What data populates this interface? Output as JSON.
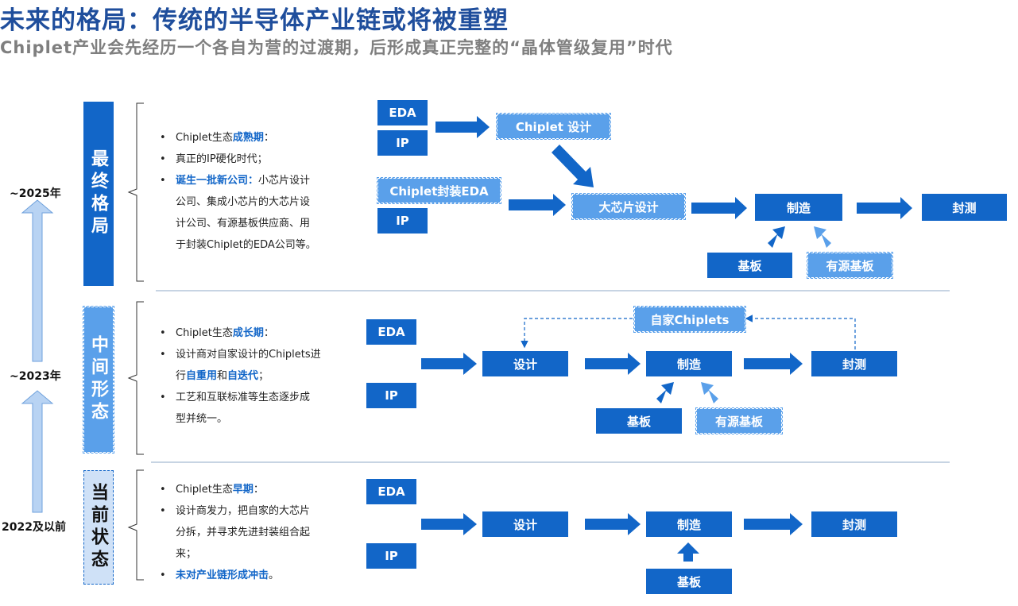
{
  "header": {
    "title": "未来的格局：传统的半导体产业链或将被重塑",
    "subtitle": "Chiplet产业会先经历一个各自为营的过渡期，后形成真正完整的“晶体管级复用”时代"
  },
  "timeline": {
    "years": [
      "~2025年",
      "~2023年",
      "2022及以前"
    ]
  },
  "stages": {
    "final": {
      "label": "最终格局",
      "bullets": {
        "b1_pre": "Chiplet生态",
        "b1_hl": "成熟期",
        "b1_post": "：",
        "b2": "真正的IP硬化时代；",
        "b3_hl": "诞生一批新公司：",
        "b3_l1": "小芯片设计",
        "b3_l2": "公司、集成小芯片的大芯片设",
        "b3_l3": "计公司、有源基板供应商、用",
        "b3_l4": "于封装Chiplet的EDA公司等。"
      },
      "flow": {
        "eda": "EDA",
        "ip1": "IP",
        "chiplet_design": "Chiplet 设计",
        "chiplet_pkg_eda": "Chiplet封装EDA",
        "ip2": "IP",
        "big_chip_design": "大芯片设计",
        "manufacture": "制造",
        "package_test": "封测",
        "substrate": "基板",
        "active_substrate": "有源基板"
      }
    },
    "middle": {
      "label": "中间形态",
      "bullets": {
        "b1_pre": "Chiplet生态",
        "b1_hl": "成长期",
        "b1_post": "：",
        "b2_l1": "设计商对自家设计的Chiplets进",
        "b2_pre": "行",
        "b2_hl1": "自重用",
        "b2_mid": "和",
        "b2_hl2": "自迭代",
        "b2_post": "；",
        "b3_l1": "工艺和互联标准等生态逐步成",
        "b3_l2": "型并统一。"
      },
      "flow": {
        "eda": "EDA",
        "ip": "IP",
        "own_chiplets": "自家Chiplets",
        "design": "设计",
        "manufacture": "制造",
        "package_test": "封测",
        "substrate": "基板",
        "active_substrate": "有源基板"
      }
    },
    "current": {
      "label": "当前状态",
      "bullets": {
        "b1_pre": "Chiplet生态",
        "b1_hl": "早期",
        "b1_post": "：",
        "b2_l1": "设计商发力，把自家的大芯片",
        "b2_l2": "分拆，并寻求先进封装组合起",
        "b2_l3": "来；",
        "b3_hl": "未对产业链形成冲击",
        "b3_post": "。"
      },
      "flow": {
        "eda": "EDA",
        "ip": "IP",
        "design": "设计",
        "manufacture": "制造",
        "package_test": "封测",
        "substrate": "基板"
      }
    }
  },
  "colors": {
    "dark_blue": "#1266c8",
    "light_blue": "#5aa0ea",
    "title_blue": "#1f4e9c",
    "subtitle_gray": "#7f7f7f"
  }
}
